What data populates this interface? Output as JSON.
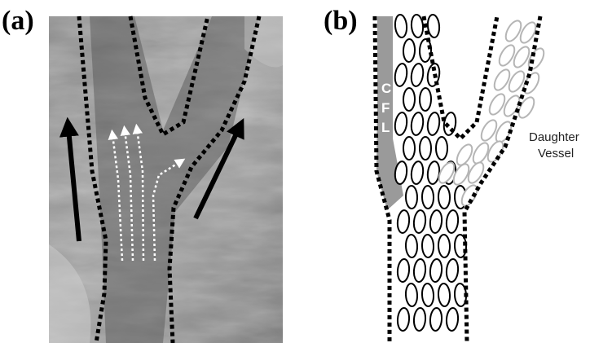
{
  "panel_a": {
    "label": "(a)"
  },
  "panel_b": {
    "label": "(b)",
    "cfl_letters": [
      "C",
      "F",
      "L"
    ],
    "daughter_label_line1": "Daughter",
    "daughter_label_line2": "Vessel"
  },
  "colors": {
    "wall_dotted": "#000000",
    "flow_arrow_white": "#ffffff",
    "main_arrow_black": "#000000",
    "cfl_fill": "#9a9a9a",
    "rbc_main_stroke": "#000000",
    "rbc_daughter_stroke": "#b5b5b5"
  }
}
